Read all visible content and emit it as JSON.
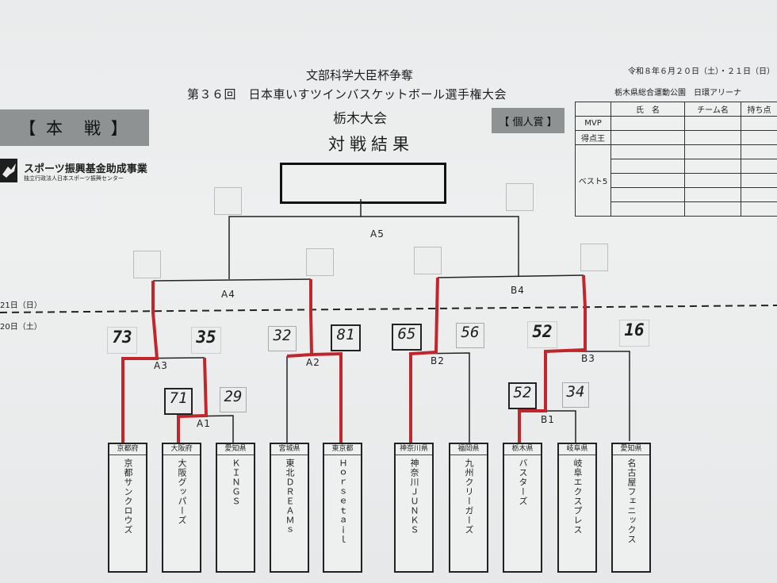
{
  "header": {
    "line1": "文部科学大臣杯争奪",
    "line2": "第３６回　日本車いすツインバスケットボール選手権大会",
    "line3": "栃木大会",
    "line4": "対戦結果",
    "date": "令和８年６月２０日（土）・２１日（日）",
    "venue": "栃木県総合運動公園　日環アリーナ"
  },
  "section_label": "【 本　戦 】",
  "award_label": "【 個人賞 】",
  "sponsor": {
    "main": "スポーツ振興基金助成事業",
    "sub": "独立行政法人日本スポーツ振興センター"
  },
  "award_table": {
    "headers": [
      "氏　名",
      "チーム名",
      "持ち点"
    ],
    "rows": [
      "MVP",
      "得点王",
      "ベスト5"
    ]
  },
  "day_labels": {
    "day21": "21日（日）",
    "day20": "20日（土）"
  },
  "matches": {
    "A5": "A5",
    "A4": "A4",
    "B4": "B4",
    "A3": "A3",
    "A2": "A2",
    "B2": "B2",
    "B3": "B3",
    "A1": "A1",
    "B1": "B1"
  },
  "scores": {
    "a3_left": "73",
    "a3_right": "35",
    "a2_left": "32",
    "a2_right": "81",
    "b2_left": "65",
    "b2_right": "56",
    "b3_left": "52",
    "b3_right": "16",
    "a1_left": "71",
    "a1_right": "29",
    "b1_left": "52",
    "b1_right": "34"
  },
  "teams": [
    {
      "pref": "京都府",
      "name": "京都サンクロウズ"
    },
    {
      "pref": "大阪府",
      "name": "大阪グッパーズ"
    },
    {
      "pref": "愛知県",
      "name": "ＫＩＮＧＳ"
    },
    {
      "pref": "宮城県",
      "name": "東北ＤＲＥＡＭｓ"
    },
    {
      "pref": "東京都",
      "name": "Ｈｏｒｓｅｔａｉｌ"
    },
    {
      "pref": "神奈川県",
      "name": "神奈川ＪＵＮＫＳ"
    },
    {
      "pref": "福岡県",
      "name": "九州クリーガーズ"
    },
    {
      "pref": "栃木県",
      "name": "バスターズ"
    },
    {
      "pref": "岐阜県",
      "name": "岐阜エクスプレス"
    },
    {
      "pref": "愛知県",
      "name": "名古屋フェニックス"
    }
  ],
  "colors": {
    "winner_line": "#c0262c",
    "bracket_line": "#222222",
    "paper": "#eceeef",
    "grey_box": "#8e9293"
  }
}
